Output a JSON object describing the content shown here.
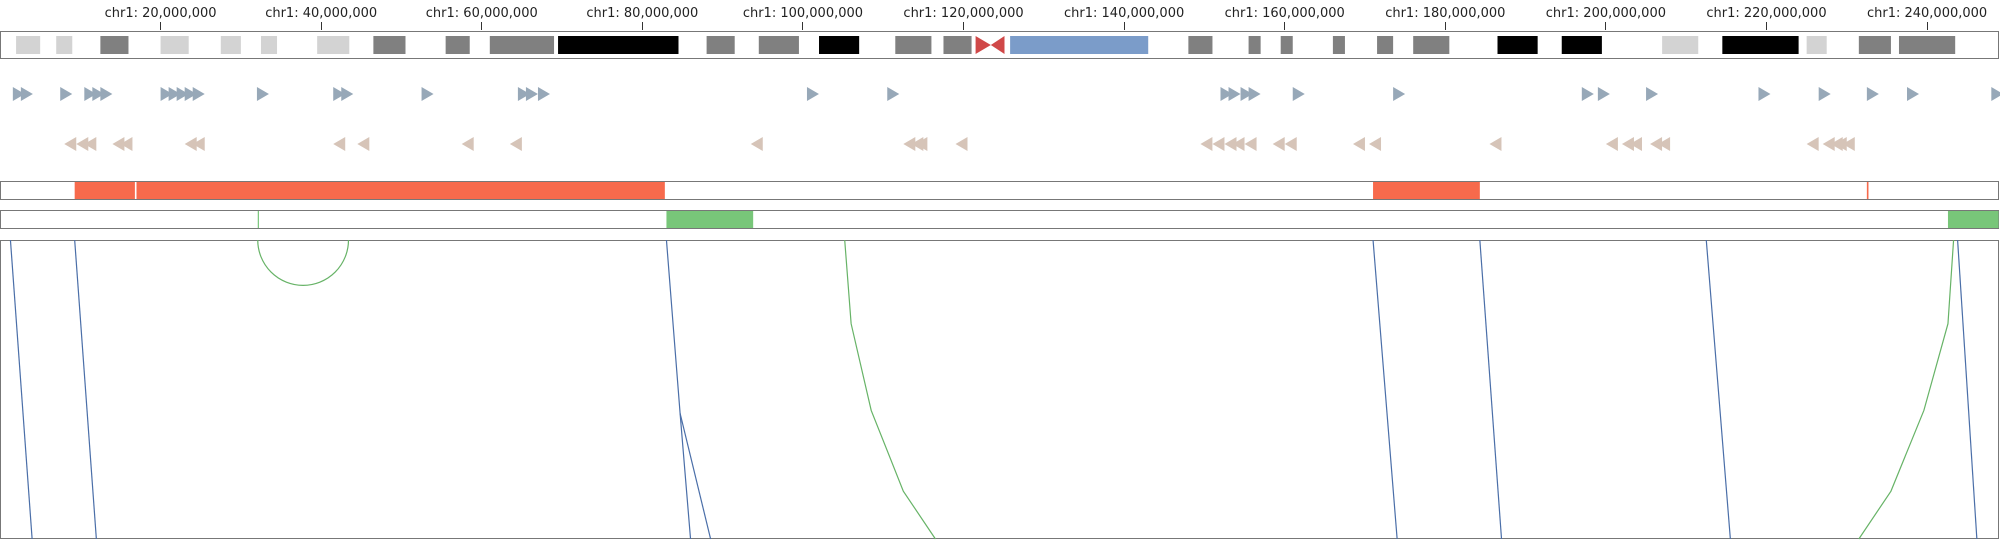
{
  "genome": {
    "chrom": "chr1",
    "length": 248956422,
    "ticks": [
      {
        "pos": 20000000,
        "label": "chr1: 20,000,000"
      },
      {
        "pos": 40000000,
        "label": "chr1: 40,000,000"
      },
      {
        "pos": 60000000,
        "label": "chr1: 60,000,000"
      },
      {
        "pos": 80000000,
        "label": "chr1: 80,000,000"
      },
      {
        "pos": 100000000,
        "label": "chr1: 100,000,000"
      },
      {
        "pos": 120000000,
        "label": "chr1: 120,000,000"
      },
      {
        "pos": 140000000,
        "label": "chr1: 140,000,000"
      },
      {
        "pos": 160000000,
        "label": "chr1: 160,000,000"
      },
      {
        "pos": 180000000,
        "label": "chr1: 180,000,000"
      },
      {
        "pos": 200000000,
        "label": "chr1: 200,000,000"
      },
      {
        "pos": 220000000,
        "label": "chr1: 220,000,000"
      },
      {
        "pos": 240000000,
        "label": "chr1: 240,000,000"
      }
    ]
  },
  "colors": {
    "gpos25": "#d3d3d3",
    "gpos50": "#808080",
    "gpos100": "#000000",
    "acen": "#d04848",
    "gvar": "#7b9cc9",
    "plus_strand": "#97a8b8",
    "minus_strand": "#d6c4b8",
    "red_track": "#f76a4c",
    "green_track": "#78c679",
    "blue_link": "#4a6ea8",
    "green_link": "#67b367"
  },
  "ideogram": [
    {
      "start": 2000000,
      "end": 5000000,
      "stain": "gpos25"
    },
    {
      "start": 7000000,
      "end": 9000000,
      "stain": "gpos25"
    },
    {
      "start": 12500000,
      "end": 16000000,
      "stain": "gpos50"
    },
    {
      "start": 20000000,
      "end": 23500000,
      "stain": "gpos25"
    },
    {
      "start": 27500000,
      "end": 30000000,
      "stain": "gpos25"
    },
    {
      "start": 32500000,
      "end": 34500000,
      "stain": "gpos25"
    },
    {
      "start": 39500000,
      "end": 43500000,
      "stain": "gpos25"
    },
    {
      "start": 46500000,
      "end": 50500000,
      "stain": "gpos50"
    },
    {
      "start": 55500000,
      "end": 58500000,
      "stain": "gpos50"
    },
    {
      "start": 61000000,
      "end": 69000000,
      "stain": "gpos50"
    },
    {
      "start": 69500000,
      "end": 84500000,
      "stain": "gpos100"
    },
    {
      "start": 88000000,
      "end": 91500000,
      "stain": "gpos50"
    },
    {
      "start": 94500000,
      "end": 99500000,
      "stain": "gpos50"
    },
    {
      "start": 102000000,
      "end": 107000000,
      "stain": "gpos100"
    },
    {
      "start": 111500000,
      "end": 116000000,
      "stain": "gpos50"
    },
    {
      "start": 117500000,
      "end": 121000000,
      "stain": "gpos50"
    },
    {
      "start": 125800000,
      "end": 143000000,
      "stain": "gvar"
    },
    {
      "start": 148000000,
      "end": 151000000,
      "stain": "gpos50"
    },
    {
      "start": 155500000,
      "end": 157000000,
      "stain": "gpos50"
    },
    {
      "start": 159500000,
      "end": 161000000,
      "stain": "gpos50"
    },
    {
      "start": 166000000,
      "end": 167500000,
      "stain": "gpos50"
    },
    {
      "start": 171500000,
      "end": 173500000,
      "stain": "gpos50"
    },
    {
      "start": 176000000,
      "end": 180500000,
      "stain": "gpos50"
    },
    {
      "start": 186500000,
      "end": 191500000,
      "stain": "gpos100"
    },
    {
      "start": 194500000,
      "end": 199500000,
      "stain": "gpos100"
    },
    {
      "start": 207000000,
      "end": 211500000,
      "stain": "gpos25"
    },
    {
      "start": 214500000,
      "end": 224000000,
      "stain": "gpos100"
    },
    {
      "start": 225000000,
      "end": 227500000,
      "stain": "gpos25"
    },
    {
      "start": 231500000,
      "end": 235500000,
      "stain": "gpos50"
    },
    {
      "start": 236500000,
      "end": 243500000,
      "stain": "gpos50"
    }
  ],
  "centromere": {
    "start": 121500000,
    "mid": 123400000,
    "end": 125100000
  },
  "plus_features": [
    1.6,
    2.6,
    7.5,
    10.5,
    11.5,
    12.5,
    20.0,
    21.0,
    22.0,
    23.0,
    24.0,
    32.0,
    41.5,
    42.5,
    52.5,
    64.5,
    65.5,
    67.0,
    100.5,
    110.5,
    152.0,
    153.0,
    154.5,
    155.5,
    161.0,
    173.5,
    197.0,
    199.0,
    205.0,
    219.0,
    226.5,
    232.5,
    237.5,
    248.0
  ],
  "minus_features": [
    8.0,
    9.5,
    10.5,
    14.0,
    15.0,
    23.0,
    24.0,
    41.5,
    44.5,
    57.5,
    63.5,
    93.5,
    112.5,
    113.5,
    114.0,
    119.0,
    149.5,
    151.0,
    152.5,
    153.5,
    155.0,
    158.5,
    160.0,
    168.5,
    170.5,
    185.5,
    200.0,
    202.0,
    203.0,
    205.5,
    206.5,
    225.0,
    227.0,
    228.0,
    228.5,
    229.5
  ],
  "red_blocks": [
    [
      9.3,
      16.8
    ],
    [
      17.0,
      82.8
    ],
    [
      171.0,
      184.3
    ],
    [
      232.5,
      232.7
    ]
  ],
  "green_blocks": [
    [
      32.1,
      32.2
    ],
    [
      83.0,
      93.8
    ],
    [
      242.6,
      248.9
    ]
  ],
  "arcs": [
    {
      "start": 32.1,
      "end": 43.4,
      "color": "green_link"
    }
  ],
  "links": [
    {
      "points": [
        [
          1.3,
          0
        ],
        [
          4.0,
          1
        ]
      ],
      "color": "blue_link"
    },
    {
      "points": [
        [
          9.3,
          0
        ],
        [
          12.0,
          1
        ]
      ],
      "color": "blue_link"
    },
    {
      "points": [
        [
          83.0,
          0
        ],
        [
          84.7,
          0.58
        ],
        [
          86.0,
          1
        ]
      ],
      "color": "blue_link"
    },
    {
      "points": [
        [
          84.7,
          0.58
        ],
        [
          88.5,
          1
        ]
      ],
      "color": "blue_link"
    },
    {
      "points": [
        [
          105.2,
          0
        ],
        [
          106.0,
          0.28
        ],
        [
          108.5,
          0.57
        ],
        [
          112.5,
          0.84
        ],
        [
          116.5,
          1
        ]
      ],
      "color": "green_link"
    },
    {
      "points": [
        [
          171.0,
          0
        ],
        [
          174.0,
          1
        ]
      ],
      "color": "blue_link"
    },
    {
      "points": [
        [
          184.3,
          0
        ],
        [
          187.0,
          1
        ]
      ],
      "color": "blue_link"
    },
    {
      "points": [
        [
          212.5,
          0
        ],
        [
          215.5,
          1
        ]
      ],
      "color": "blue_link"
    },
    {
      "points": [
        [
          243.3,
          0
        ],
        [
          242.6,
          0.28
        ],
        [
          239.6,
          0.57
        ],
        [
          235.5,
          0.84
        ],
        [
          231.5,
          1
        ]
      ],
      "color": "green_link"
    },
    {
      "points": [
        [
          243.8,
          0
        ],
        [
          246.2,
          1
        ]
      ],
      "color": "blue_link"
    }
  ]
}
